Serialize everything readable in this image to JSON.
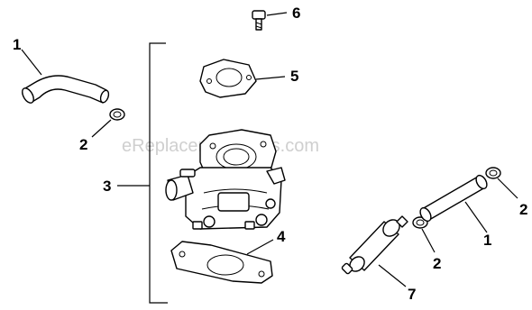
{
  "watermark": "eReplacementParts.com",
  "callouts": {
    "c1_left": "1",
    "c2_left": "2",
    "c3": "3",
    "c4": "4",
    "c5": "5",
    "c6": "6",
    "c7": "7",
    "c1_right": "1",
    "c2_mid": "2",
    "c2_right": "2"
  }
}
